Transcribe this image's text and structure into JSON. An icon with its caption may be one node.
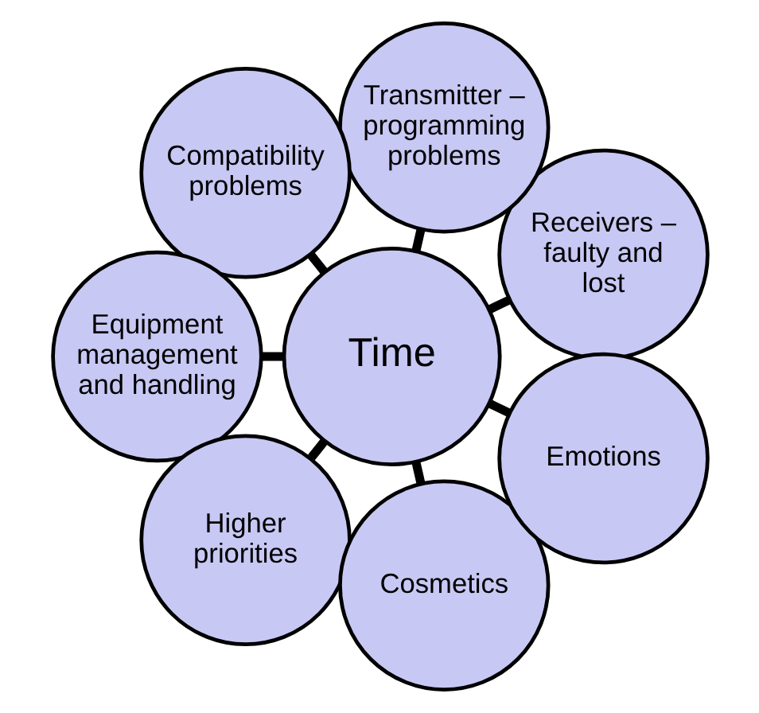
{
  "diagram": {
    "nodes": [
      {
        "text": [
          "Time"
        ]
      },
      {
        "text": [
          "Receivers – faulty and lost"
        ]
      },
      {
        "text": [
          "Transmitter – programming problems"
        ]
      },
      {
        "text": [
          "Compatibility problems"
        ]
      },
      {
        "text": [
          "Equipment management and handling"
        ]
      },
      {
        "text": [
          "Higher priorities"
        ]
      },
      {
        "text": [
          "Cosmetics"
        ]
      },
      {
        "text": [
          "Emotions"
        ]
      }
    ],
    "edges": [
      {
        "from": 0,
        "to": 1,
        "arrow": "none"
      },
      {
        "from": 0,
        "to": 2,
        "arrow": "none"
      },
      {
        "from": 0,
        "to": 3,
        "arrow": "none"
      },
      {
        "from": 0,
        "to": 4,
        "arrow": "none"
      },
      {
        "from": 0,
        "to": 5,
        "arrow": "none"
      },
      {
        "from": 0,
        "to": 6,
        "arrow": "none"
      },
      {
        "from": 0,
        "to": 7,
        "arrow": "none"
      }
    ]
  }
}
